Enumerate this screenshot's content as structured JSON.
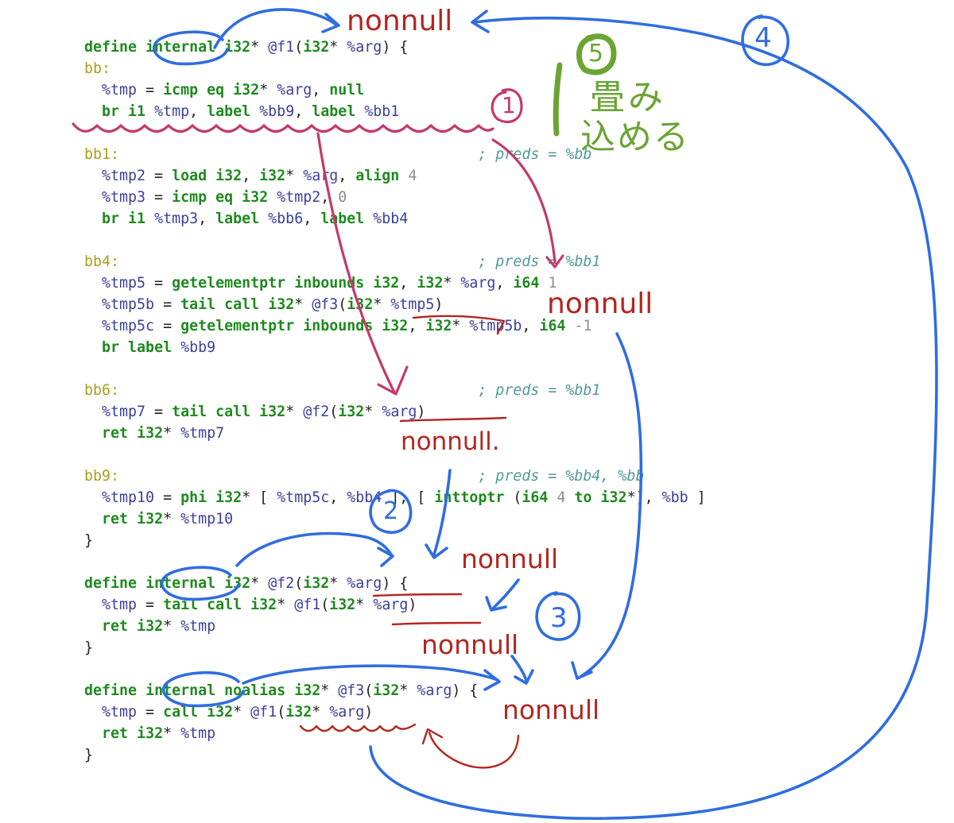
{
  "code_lines": [
    [
      [
        "define",
        "kw"
      ],
      [
        " ",
        "pun"
      ],
      [
        "internal",
        "kw"
      ],
      [
        " ",
        "pun"
      ],
      [
        "i32",
        "kw"
      ],
      [
        "* ",
        "pun"
      ],
      [
        "@f1",
        "var"
      ],
      [
        "(",
        "pun"
      ],
      [
        "i32",
        "kw"
      ],
      [
        "* ",
        "pun"
      ],
      [
        "%arg",
        "var"
      ],
      [
        ") {",
        "pun"
      ]
    ],
    [
      [
        "bb:",
        "lbl"
      ]
    ],
    [
      [
        "  ",
        "pun"
      ],
      [
        "%tmp",
        "var"
      ],
      [
        " = ",
        "pun"
      ],
      [
        "icmp",
        "kw"
      ],
      [
        " ",
        "pun"
      ],
      [
        "eq",
        "kw"
      ],
      [
        " ",
        "pun"
      ],
      [
        "i32",
        "kw"
      ],
      [
        "* ",
        "pun"
      ],
      [
        "%arg",
        "var"
      ],
      [
        ", ",
        "pun"
      ],
      [
        "null",
        "kw"
      ]
    ],
    [
      [
        "  ",
        "pun"
      ],
      [
        "br",
        "kw"
      ],
      [
        " ",
        "pun"
      ],
      [
        "i1",
        "kw"
      ],
      [
        " ",
        "pun"
      ],
      [
        "%tmp",
        "var"
      ],
      [
        ", ",
        "pun"
      ],
      [
        "label",
        "kw"
      ],
      [
        " ",
        "pun"
      ],
      [
        "%bb9",
        "var"
      ],
      [
        ", ",
        "pun"
      ],
      [
        "label",
        "kw"
      ],
      [
        " ",
        "pun"
      ],
      [
        "%bb1",
        "var"
      ]
    ],
    [],
    [
      [
        "bb1:",
        "lbl"
      ],
      [
        "                                         ",
        "pun"
      ],
      [
        "; preds = %bb",
        "cmt"
      ]
    ],
    [
      [
        "  ",
        "pun"
      ],
      [
        "%tmp2",
        "var"
      ],
      [
        " = ",
        "pun"
      ],
      [
        "load",
        "kw"
      ],
      [
        " ",
        "pun"
      ],
      [
        "i32",
        "kw"
      ],
      [
        ", ",
        "pun"
      ],
      [
        "i32",
        "kw"
      ],
      [
        "* ",
        "pun"
      ],
      [
        "%arg",
        "var"
      ],
      [
        ", ",
        "pun"
      ],
      [
        "align",
        "kw"
      ],
      [
        " ",
        "pun"
      ],
      [
        "4",
        "num"
      ]
    ],
    [
      [
        "  ",
        "pun"
      ],
      [
        "%tmp3",
        "var"
      ],
      [
        " = ",
        "pun"
      ],
      [
        "icmp",
        "kw"
      ],
      [
        " ",
        "pun"
      ],
      [
        "eq",
        "kw"
      ],
      [
        " ",
        "pun"
      ],
      [
        "i32",
        "kw"
      ],
      [
        " ",
        "pun"
      ],
      [
        "%tmp2",
        "var"
      ],
      [
        ", ",
        "pun"
      ],
      [
        "0",
        "num"
      ]
    ],
    [
      [
        "  ",
        "pun"
      ],
      [
        "br",
        "kw"
      ],
      [
        " ",
        "pun"
      ],
      [
        "i1",
        "kw"
      ],
      [
        " ",
        "pun"
      ],
      [
        "%tmp3",
        "var"
      ],
      [
        ", ",
        "pun"
      ],
      [
        "label",
        "kw"
      ],
      [
        " ",
        "pun"
      ],
      [
        "%bb6",
        "var"
      ],
      [
        ", ",
        "pun"
      ],
      [
        "label",
        "kw"
      ],
      [
        " ",
        "pun"
      ],
      [
        "%bb4",
        "var"
      ]
    ],
    [],
    [
      [
        "bb4:",
        "lbl"
      ],
      [
        "                                         ",
        "pun"
      ],
      [
        "; preds = %bb1",
        "cmt"
      ]
    ],
    [
      [
        "  ",
        "pun"
      ],
      [
        "%tmp5",
        "var"
      ],
      [
        " = ",
        "pun"
      ],
      [
        "getelementptr",
        "kw"
      ],
      [
        " ",
        "pun"
      ],
      [
        "inbounds",
        "kw"
      ],
      [
        " ",
        "pun"
      ],
      [
        "i32",
        "kw"
      ],
      [
        ", ",
        "pun"
      ],
      [
        "i32",
        "kw"
      ],
      [
        "* ",
        "pun"
      ],
      [
        "%arg",
        "var"
      ],
      [
        ", ",
        "pun"
      ],
      [
        "i64",
        "kw"
      ],
      [
        " ",
        "pun"
      ],
      [
        "1",
        "num"
      ]
    ],
    [
      [
        "  ",
        "pun"
      ],
      [
        "%tmp5b",
        "var"
      ],
      [
        " = ",
        "pun"
      ],
      [
        "tail",
        "kw"
      ],
      [
        " ",
        "pun"
      ],
      [
        "call",
        "kw"
      ],
      [
        " ",
        "pun"
      ],
      [
        "i32",
        "kw"
      ],
      [
        "* ",
        "pun"
      ],
      [
        "@f3",
        "var"
      ],
      [
        "(",
        "pun"
      ],
      [
        "i32",
        "kw"
      ],
      [
        "* ",
        "pun"
      ],
      [
        "%tmp5",
        "var"
      ],
      [
        ")",
        "pun"
      ]
    ],
    [
      [
        "  ",
        "pun"
      ],
      [
        "%tmp5c",
        "var"
      ],
      [
        " = ",
        "pun"
      ],
      [
        "getelementptr",
        "kw"
      ],
      [
        " ",
        "pun"
      ],
      [
        "inbounds",
        "kw"
      ],
      [
        " ",
        "pun"
      ],
      [
        "i32",
        "kw"
      ],
      [
        ", ",
        "pun"
      ],
      [
        "i32",
        "kw"
      ],
      [
        "* ",
        "pun"
      ],
      [
        "%tmp5b",
        "var"
      ],
      [
        ", ",
        "pun"
      ],
      [
        "i64",
        "kw"
      ],
      [
        " ",
        "pun"
      ],
      [
        "-1",
        "num"
      ]
    ],
    [
      [
        "  ",
        "pun"
      ],
      [
        "br",
        "kw"
      ],
      [
        " ",
        "pun"
      ],
      [
        "label",
        "kw"
      ],
      [
        " ",
        "pun"
      ],
      [
        "%bb9",
        "var"
      ]
    ],
    [],
    [
      [
        "bb6:",
        "lbl"
      ],
      [
        "                                         ",
        "pun"
      ],
      [
        "; preds = %bb1",
        "cmt"
      ]
    ],
    [
      [
        "  ",
        "pun"
      ],
      [
        "%tmp7",
        "var"
      ],
      [
        " = ",
        "pun"
      ],
      [
        "tail",
        "kw"
      ],
      [
        " ",
        "pun"
      ],
      [
        "call",
        "kw"
      ],
      [
        " ",
        "pun"
      ],
      [
        "i32",
        "kw"
      ],
      [
        "* ",
        "pun"
      ],
      [
        "@f2",
        "var"
      ],
      [
        "(",
        "pun"
      ],
      [
        "i32",
        "kw"
      ],
      [
        "* ",
        "pun"
      ],
      [
        "%arg",
        "var"
      ],
      [
        ")",
        "pun"
      ]
    ],
    [
      [
        "  ",
        "pun"
      ],
      [
        "ret",
        "kw"
      ],
      [
        " ",
        "pun"
      ],
      [
        "i32",
        "kw"
      ],
      [
        "* ",
        "pun"
      ],
      [
        "%tmp7",
        "var"
      ]
    ],
    [],
    [
      [
        "bb9:",
        "lbl"
      ],
      [
        "                                         ",
        "pun"
      ],
      [
        "; preds = %bb4, %bb",
        "cmt"
      ]
    ],
    [
      [
        "  ",
        "pun"
      ],
      [
        "%tmp10",
        "var"
      ],
      [
        " = ",
        "pun"
      ],
      [
        "phi",
        "kw"
      ],
      [
        " ",
        "pun"
      ],
      [
        "i32",
        "kw"
      ],
      [
        "* [ ",
        "pun"
      ],
      [
        "%tmp5c",
        "var"
      ],
      [
        ", ",
        "pun"
      ],
      [
        "%bb4",
        "var"
      ],
      [
        " ], [ ",
        "pun"
      ],
      [
        "inttoptr",
        "kw"
      ],
      [
        " (",
        "pun"
      ],
      [
        "i64",
        "kw"
      ],
      [
        " ",
        "pun"
      ],
      [
        "4",
        "num"
      ],
      [
        " ",
        "pun"
      ],
      [
        "to",
        "kw"
      ],
      [
        " ",
        "pun"
      ],
      [
        "i32",
        "kw"
      ],
      [
        "*), ",
        "pun"
      ],
      [
        "%bb",
        "var"
      ],
      [
        " ]",
        "pun"
      ]
    ],
    [
      [
        "  ",
        "pun"
      ],
      [
        "ret",
        "kw"
      ],
      [
        " ",
        "pun"
      ],
      [
        "i32",
        "kw"
      ],
      [
        "* ",
        "pun"
      ],
      [
        "%tmp10",
        "var"
      ]
    ],
    [
      [
        "}",
        "pun"
      ]
    ],
    [],
    [
      [
        "define",
        "kw"
      ],
      [
        " ",
        "pun"
      ],
      [
        "internal",
        "kw"
      ],
      [
        " ",
        "pun"
      ],
      [
        "i32",
        "kw"
      ],
      [
        "* ",
        "pun"
      ],
      [
        "@f2",
        "var"
      ],
      [
        "(",
        "pun"
      ],
      [
        "i32",
        "kw"
      ],
      [
        "* ",
        "pun"
      ],
      [
        "%arg",
        "var"
      ],
      [
        ") {",
        "pun"
      ]
    ],
    [
      [
        "  ",
        "pun"
      ],
      [
        "%tmp",
        "var"
      ],
      [
        " = ",
        "pun"
      ],
      [
        "tail",
        "kw"
      ],
      [
        " ",
        "pun"
      ],
      [
        "call",
        "kw"
      ],
      [
        " ",
        "pun"
      ],
      [
        "i32",
        "kw"
      ],
      [
        "* ",
        "pun"
      ],
      [
        "@f1",
        "var"
      ],
      [
        "(",
        "pun"
      ],
      [
        "i32",
        "kw"
      ],
      [
        "* ",
        "pun"
      ],
      [
        "%arg",
        "var"
      ],
      [
        ")",
        "pun"
      ]
    ],
    [
      [
        "  ",
        "pun"
      ],
      [
        "ret",
        "kw"
      ],
      [
        " ",
        "pun"
      ],
      [
        "i32",
        "kw"
      ],
      [
        "* ",
        "pun"
      ],
      [
        "%tmp",
        "var"
      ]
    ],
    [
      [
        "}",
        "pun"
      ]
    ],
    [],
    [
      [
        "define",
        "kw"
      ],
      [
        " ",
        "pun"
      ],
      [
        "internal",
        "kw"
      ],
      [
        " ",
        "pun"
      ],
      [
        "noalias",
        "kw"
      ],
      [
        " ",
        "pun"
      ],
      [
        "i32",
        "kw"
      ],
      [
        "* ",
        "pun"
      ],
      [
        "@f3",
        "var"
      ],
      [
        "(",
        "pun"
      ],
      [
        "i32",
        "kw"
      ],
      [
        "* ",
        "pun"
      ],
      [
        "%arg",
        "var"
      ],
      [
        ") {",
        "pun"
      ]
    ],
    [
      [
        "  ",
        "pun"
      ],
      [
        "%tmp",
        "var"
      ],
      [
        " = ",
        "pun"
      ],
      [
        "call",
        "kw"
      ],
      [
        " ",
        "pun"
      ],
      [
        "i32",
        "kw"
      ],
      [
        "* ",
        "pun"
      ],
      [
        "@f1",
        "var"
      ],
      [
        "(",
        "pun"
      ],
      [
        "i32",
        "kw"
      ],
      [
        "* ",
        "pun"
      ],
      [
        "%arg",
        "var"
      ],
      [
        ")",
        "pun"
      ]
    ],
    [
      [
        "  ",
        "pun"
      ],
      [
        "ret",
        "kw"
      ],
      [
        " ",
        "pun"
      ],
      [
        "i32",
        "kw"
      ],
      [
        "* ",
        "pun"
      ],
      [
        "%tmp",
        "var"
      ]
    ],
    [
      [
        "}",
        "pun"
      ]
    ]
  ],
  "annotations": {
    "nonnull_f1_return": "nonnull",
    "nonnull_f3_arg": "nonnull",
    "nonnull_f2_arg": "nonnull.",
    "nonnull_f2_param": "nonnull",
    "nonnull_f1_call_in_f2": "nonnull",
    "nonnull_f3_call": "nonnull",
    "step1": "1",
    "step2": "2",
    "step3": "3",
    "step4": "4",
    "step5_number": "5",
    "step5_text_line1": "畳み",
    "step5_text_line2": "込める"
  },
  "colors": {
    "keyword": "#1e8a1e",
    "label": "#a8a01c",
    "variable": "#3b3f9c",
    "number": "#8d8d8d",
    "comment": "#4f9a97",
    "ink_blue": "#2f6de0",
    "ink_red": "#b3261e",
    "ink_magenta": "#c23a6b",
    "ink_green": "#6aa534"
  }
}
